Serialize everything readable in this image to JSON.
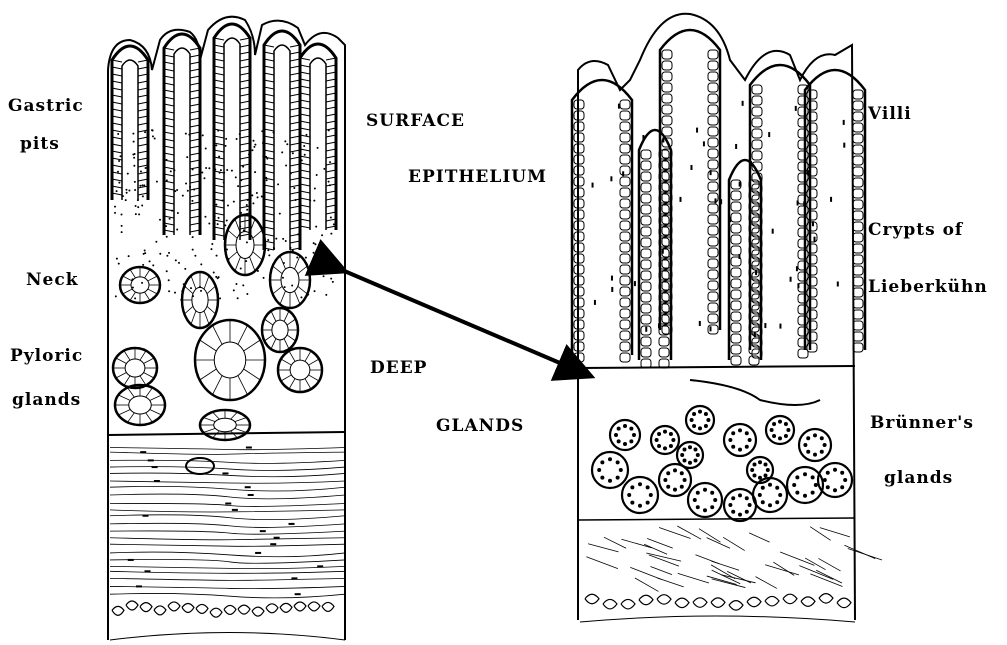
{
  "colors": {
    "ink": "#000000",
    "paper": "#ffffff"
  },
  "left_panel": {
    "name": "pyloric-stomach-section",
    "labels": {
      "gastric_1": "Gastric",
      "gastric_2": "pits",
      "neck": "Neck",
      "pyloric_1": "Pyloric",
      "pyloric_2": "glands"
    }
  },
  "right_panel": {
    "name": "duodenum-section",
    "labels": {
      "villi": "Villi",
      "crypts_1": "Crypts of",
      "crypts_2": "Lieberkühn",
      "brunner_1": "Brünner's",
      "brunner_2": "glands"
    }
  },
  "center_labels": {
    "surface": "SURFACE",
    "epithelium": "EPITHELIUM",
    "deep": "DEEP",
    "glands": "GLANDS"
  }
}
